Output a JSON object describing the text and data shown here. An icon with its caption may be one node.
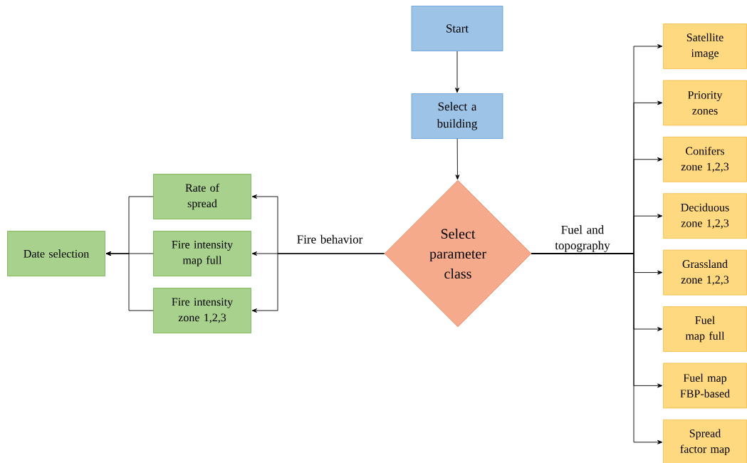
{
  "diagram": {
    "nodes": [
      {
        "text": [
          "Start"
        ]
      },
      {
        "text": [
          "Select a building"
        ]
      },
      {
        "text": [
          "Select parameter class"
        ]
      },
      {
        "text": [
          "Rate of spread"
        ]
      },
      {
        "text": [
          "Fire intensity map full"
        ]
      },
      {
        "text": [
          "Fire intensity zone 1,2,3"
        ]
      },
      {
        "text": [
          "Date selection"
        ]
      },
      {
        "text": [
          "Satellite image"
        ]
      },
      {
        "text": [
          "Priority zones"
        ]
      },
      {
        "text": [
          "Conifers zone 1,2,3"
        ]
      },
      {
        "text": [
          "Deciduous zone 1,2,3"
        ]
      },
      {
        "text": [
          "Grassland zone 1,2,3"
        ]
      },
      {
        "text": [
          "Fuel map full"
        ]
      },
      {
        "text": [
          "Fuel map FBP-based"
        ]
      },
      {
        "text": [
          "Spread factor map"
        ]
      }
    ],
    "edges": [
      {
        "from": 0,
        "to": 1,
        "arrow": "to"
      },
      {
        "from": 1,
        "to": 2,
        "arrow": "to"
      },
      {
        "from": 2,
        "to": 4,
        "arrow": "to",
        "label": "Fire behavior"
      },
      {
        "from": 2,
        "to": 3,
        "arrow": "to"
      },
      {
        "from": 2,
        "to": 5,
        "arrow": "to"
      },
      {
        "from": 4,
        "to": 6,
        "arrow": "to"
      },
      {
        "from": 3,
        "to": 6,
        "arrow": "to"
      },
      {
        "from": 5,
        "to": 6,
        "arrow": "to"
      },
      {
        "from": 2,
        "to": 7,
        "arrow": "to",
        "label": "Fuel and topography"
      },
      {
        "from": 2,
        "to": 8,
        "arrow": "to"
      },
      {
        "from": 2,
        "to": 9,
        "arrow": "to"
      },
      {
        "from": 2,
        "to": 10,
        "arrow": "to"
      },
      {
        "from": 2,
        "to": 11,
        "arrow": "to"
      },
      {
        "from": 2,
        "to": 12,
        "arrow": "to"
      },
      {
        "from": 2,
        "to": 13,
        "arrow": "to"
      },
      {
        "from": 2,
        "to": 14,
        "arrow": "to"
      }
    ]
  }
}
